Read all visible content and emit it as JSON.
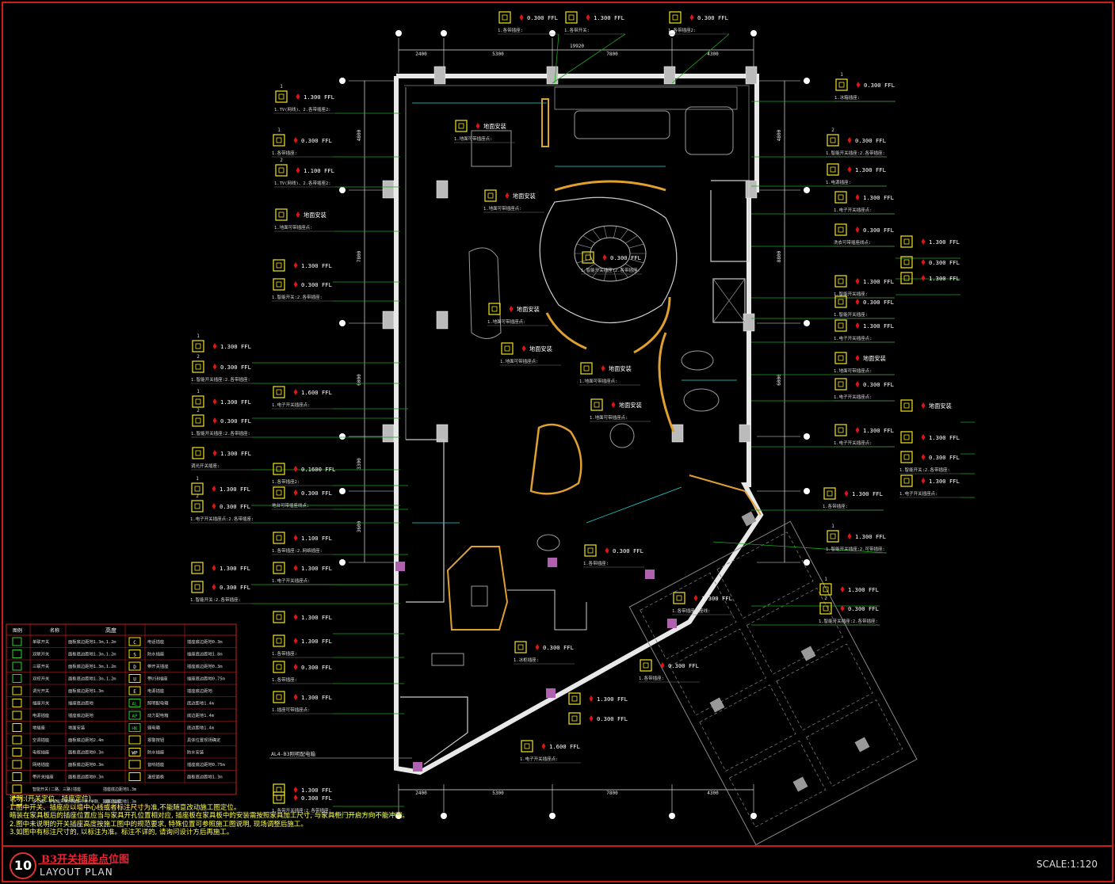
{
  "drawing": {
    "number": "10",
    "title_cn": "B3开关插座点位图",
    "title_en": "LAYOUT PLAN",
    "scale": "SCALE:1:120"
  },
  "dimensions": {
    "top_total": "19920",
    "top_segments": [
      "2400",
      "5300",
      "7800",
      "4300"
    ],
    "bottom_segments": [
      "2400",
      "5300",
      "7800",
      "4300"
    ],
    "left_segments": [
      "4800",
      "7800",
      "6000",
      "3300",
      "3600"
    ],
    "right_segments": [
      "4800",
      "8800",
      "6000"
    ]
  },
  "annotations_left": [
    {
      "code": "1",
      "label": "1.300 FFL",
      "note": "1.TV(网线)、2.各带插座2:"
    },
    {
      "code": "1",
      "label": "0.300 FFL",
      "note": "1.各带插座:"
    },
    {
      "code": "2",
      "label": "1.100 FFL",
      "note": "1.TV(网线)、2.各带插座2:"
    },
    {
      "code": "",
      "label": "地面安装",
      "note": "1.地面可带插座点:"
    },
    {
      "code": "",
      "label": "1.300 FFL",
      "note": ""
    },
    {
      "code": "",
      "label": "0.300 FFL",
      "note": "1.智能开关:2.各带插座:"
    },
    {
      "code": "1",
      "label": "1.300 FFL",
      "note": ""
    },
    {
      "code": "2",
      "label": "0.300 FFL",
      "note": "1.智能开关插座:2.各带插座:"
    },
    {
      "code": "1",
      "label": "1.300 FFL",
      "note": ""
    },
    {
      "code": "2",
      "label": "0.300 FFL",
      "note": "1.智能开关插座:2.各带插座:"
    },
    {
      "code": "",
      "label": "1.300 FFL",
      "note": "调光开关插座:"
    },
    {
      "code": "1",
      "label": "1.300 FFL",
      "note": ""
    },
    {
      "code": "2",
      "label": "0.300 FFL",
      "note": "1.电子开关插座点:2.各带插座:"
    },
    {
      "code": "",
      "label": "1.300 FFL",
      "note": ""
    },
    {
      "code": "",
      "label": "0.300 FFL",
      "note": "1.智能开关:2.各带插座:"
    }
  ],
  "annotations_mid_left": [
    {
      "label": "1.600 FFL",
      "note": "1.电子开关插座点:"
    },
    {
      "label": "0.1600 FFL",
      "note": "1.各带插座2:"
    },
    {
      "label": "0.300 FFL",
      "note": "地台可带插座线点:"
    },
    {
      "label": "1.100 FFL",
      "note": "1.各带插座:2.网络插座:"
    },
    {
      "label": "1.300 FFL",
      "note": "1.电子开关插座点:"
    },
    {
      "label": "1.300 FFL",
      "note": ""
    },
    {
      "label": "1.300 FFL",
      "note": "1.各带插座:"
    },
    {
      "label": "0.300 FFL",
      "note": "1.各带插座:"
    },
    {
      "label": "1.300 FFL",
      "note": "1.插座可带插座点:"
    },
    {
      "label": "1.300 FFL",
      "note": ""
    },
    {
      "label": "0.300 FFL",
      "note": "1.各带开关插座:2.各带插座:"
    }
  ],
  "annotations_top": [
    {
      "label": "0.300 FFL",
      "note": "1.各带插座:"
    },
    {
      "label": "1.300 FFL",
      "note": "1.各带开关:"
    },
    {
      "label": "0.300 FFL",
      "note": "1.各带插座2:"
    }
  ],
  "annotations_right": [
    {
      "code": "1",
      "label": "0.300 FFL",
      "note": "1.冰箱插座:"
    },
    {
      "code": "2",
      "label": "0.300 FFL",
      "note": "1.智能开关插座:2.各带插座:"
    },
    {
      "code": "",
      "label": "1.300 FFL",
      "note": "1.电源插座:"
    },
    {
      "code": "",
      "label": "1.300 FFL",
      "note": "1.电子开关插座点:"
    },
    {
      "code": "",
      "label": "0.300 FFL",
      "note": "洗衣可带插座线点:"
    },
    {
      "code": "",
      "label": "1.300 FFL",
      "note": "1.智能开关插座:"
    },
    {
      "code": "",
      "label": "0.300 FFL",
      "note": "1.智能开关插座:"
    },
    {
      "code": "",
      "label": "1.300 FFL",
      "note": "1.电子开关插座点:"
    },
    {
      "code": "",
      "label": "地面安装",
      "note": "1.地面可带插座点:"
    },
    {
      "code": "",
      "label": "0.300 FFL",
      "note": "1.电子开关插座点:"
    },
    {
      "code": "",
      "label": "1.300 FFL",
      "note": "1.电子开关插座点:"
    },
    {
      "code": "",
      "label": "1.300 FFL",
      "note": "1.各带插座:"
    },
    {
      "code": "1",
      "label": "1.300 FFL",
      "note": "1.智能开关插座:2.可带插座:"
    },
    {
      "code": "1",
      "label": "1.300 FFL",
      "note": ""
    },
    {
      "code": "2",
      "label": "0.300 FFL",
      "note": "1.智能开关插座:2.各带插座:"
    }
  ],
  "annotations_far_right": [
    {
      "label": "1.300 FFL",
      "note": ""
    },
    {
      "label": "0.300 FFL",
      "note": ""
    },
    {
      "label": "1.300 FFL",
      "note": ""
    },
    {
      "label": "地面安装",
      "note": ""
    },
    {
      "label": "1.300 FFL",
      "note": ""
    },
    {
      "label": "0.300 FFL",
      "note": "1.智能开关:2.各带插座:"
    },
    {
      "label": "1.300 FFL",
      "note": "1.电子开关插座点:"
    }
  ],
  "annotations_interior": [
    {
      "label": "地面安装",
      "note": "1.地面可带插座点:"
    },
    {
      "label": "地面安装",
      "note": "1.地面可带插座点:"
    },
    {
      "label": "0.300 FFL",
      "note": "1.智能开关插座:2.各带插座:"
    },
    {
      "label": "地面安装",
      "note": "1.地面可带插座点:"
    },
    {
      "label": "地面安装",
      "note": "1.地面可带插座点:"
    },
    {
      "label": "地面安装",
      "note": "1.地面可带插座点:"
    },
    {
      "label": "地面安装",
      "note": "1.地面可带插座点:"
    },
    {
      "label": "0.300 FFL",
      "note": "1.冰柜插座:"
    },
    {
      "label": "0.300 FFL",
      "note": "1.各带插座:"
    },
    {
      "label": "1.300 FFL",
      "note": "1.各带插座插座线:"
    },
    {
      "label": "0.300 FFL",
      "note": "1.各带插座:"
    },
    {
      "label": "1.300 FFL",
      "note": ""
    },
    {
      "label": "0.300 FFL",
      "note": ""
    },
    {
      "label": "1.600 FFL",
      "note": "1.电子开关插座点:"
    }
  ],
  "distribution_label": "AL4-B3照明配电箱",
  "legend": {
    "headers": [
      "图例",
      "名称",
      "高度"
    ],
    "left_rows": [
      {
        "name": "单联开关",
        "height": "面板底边距地1.3m,1.2m"
      },
      {
        "name": "双联开关",
        "height": "面板底边距地1.3m,1.2m"
      },
      {
        "name": "三联开关",
        "height": "面板底边距地1.3m,1.2m"
      },
      {
        "name": "双控开关",
        "height": "面板底边距地1.3m,1.2m"
      },
      {
        "name": "调光开关",
        "height": "面板底边距地1.3m"
      },
      {
        "name": "插座开关",
        "height": "插座底边距地"
      },
      {
        "name": "电源插座",
        "height": "插座底边距地"
      },
      {
        "name": "地插座",
        "height": "地面安装"
      },
      {
        "name": "空调插座",
        "height": "面板底边距地2.4m"
      },
      {
        "name": "电视插座",
        "height": "面板底边距地0.3m"
      },
      {
        "name": "网络插座",
        "height": "面板底边距地0.3m"
      },
      {
        "name": "带开关插座",
        "height": "面板底边距地0.3m"
      }
    ],
    "right_rows": [
      {
        "code": "C",
        "name": "电话插座",
        "height": "插座底边距地0.3m"
      },
      {
        "code": "S",
        "name": "防水插座",
        "height": "插座底边距地1.8m"
      },
      {
        "code": "D",
        "name": "带开关插座",
        "height": "插座底边距地0.3m"
      },
      {
        "code": "U",
        "name": "带USB插座",
        "height": "插座底边距地0.75m"
      },
      {
        "code": "E",
        "name": "电源插座",
        "height": "插座底边距地"
      },
      {
        "code": "AL",
        "name": "照明配电箱",
        "height": "底边距地1.4m"
      },
      {
        "code": "AP",
        "name": "动力配电箱",
        "height": "底边距地1.4m"
      },
      {
        "code": "HK",
        "name": "弱电箱",
        "height": "底边距地1.4m"
      },
      {
        "code": "",
        "name": "报警按钮",
        "height": "具体位置现场确定"
      },
      {
        "code": "WP",
        "name": "防水插座",
        "height": "防水安装"
      },
      {
        "code": "",
        "name": "音响插座",
        "height": "插座底边距地0.75m"
      },
      {
        "code": "",
        "name": "温控面板",
        "height": "面板底边距地1.3m"
      }
    ],
    "extra_rows": [
      {
        "name": "智能开关(二路、三路)插座",
        "height": "插座底边距地1.3m"
      },
      {
        "name": "多功能、带智能开关的插座开关(单联、三联)插座",
        "height": "插座底边距地1.3m"
      }
    ]
  },
  "notes": [
    "说明:(开关定位、插座定位)",
    "1.图中开关、插座应以墙中心线或者标注尺寸为准,不能随意改动施工图定位。",
    "   暗装在家具板后的插座位置应当与家具开孔位置相对应, 插座板在家具板中的安装需按照家具加工尺寸, 与家具柜门开启方向不能冲突。",
    "2.图中未说明的开关插座高度按施工图中的规范要求, 特殊位置可参照施工图说明, 现场调整后施工。",
    "3.如图中有标注尺寸的, 以标注为准。标注不详的, 请询问设计方后再施工。"
  ],
  "colors": {
    "frame": "#c81e1e",
    "wall": "#e8e8e8",
    "furniture": "#9a9a9a",
    "dimension": "#e8e8e8",
    "leader": "#1fa51f",
    "symbol": "#f5e51c",
    "marker": "#e11414",
    "orange": "#e0a030",
    "cyan": "#1fd6d6",
    "magenta": "#b060b0"
  }
}
